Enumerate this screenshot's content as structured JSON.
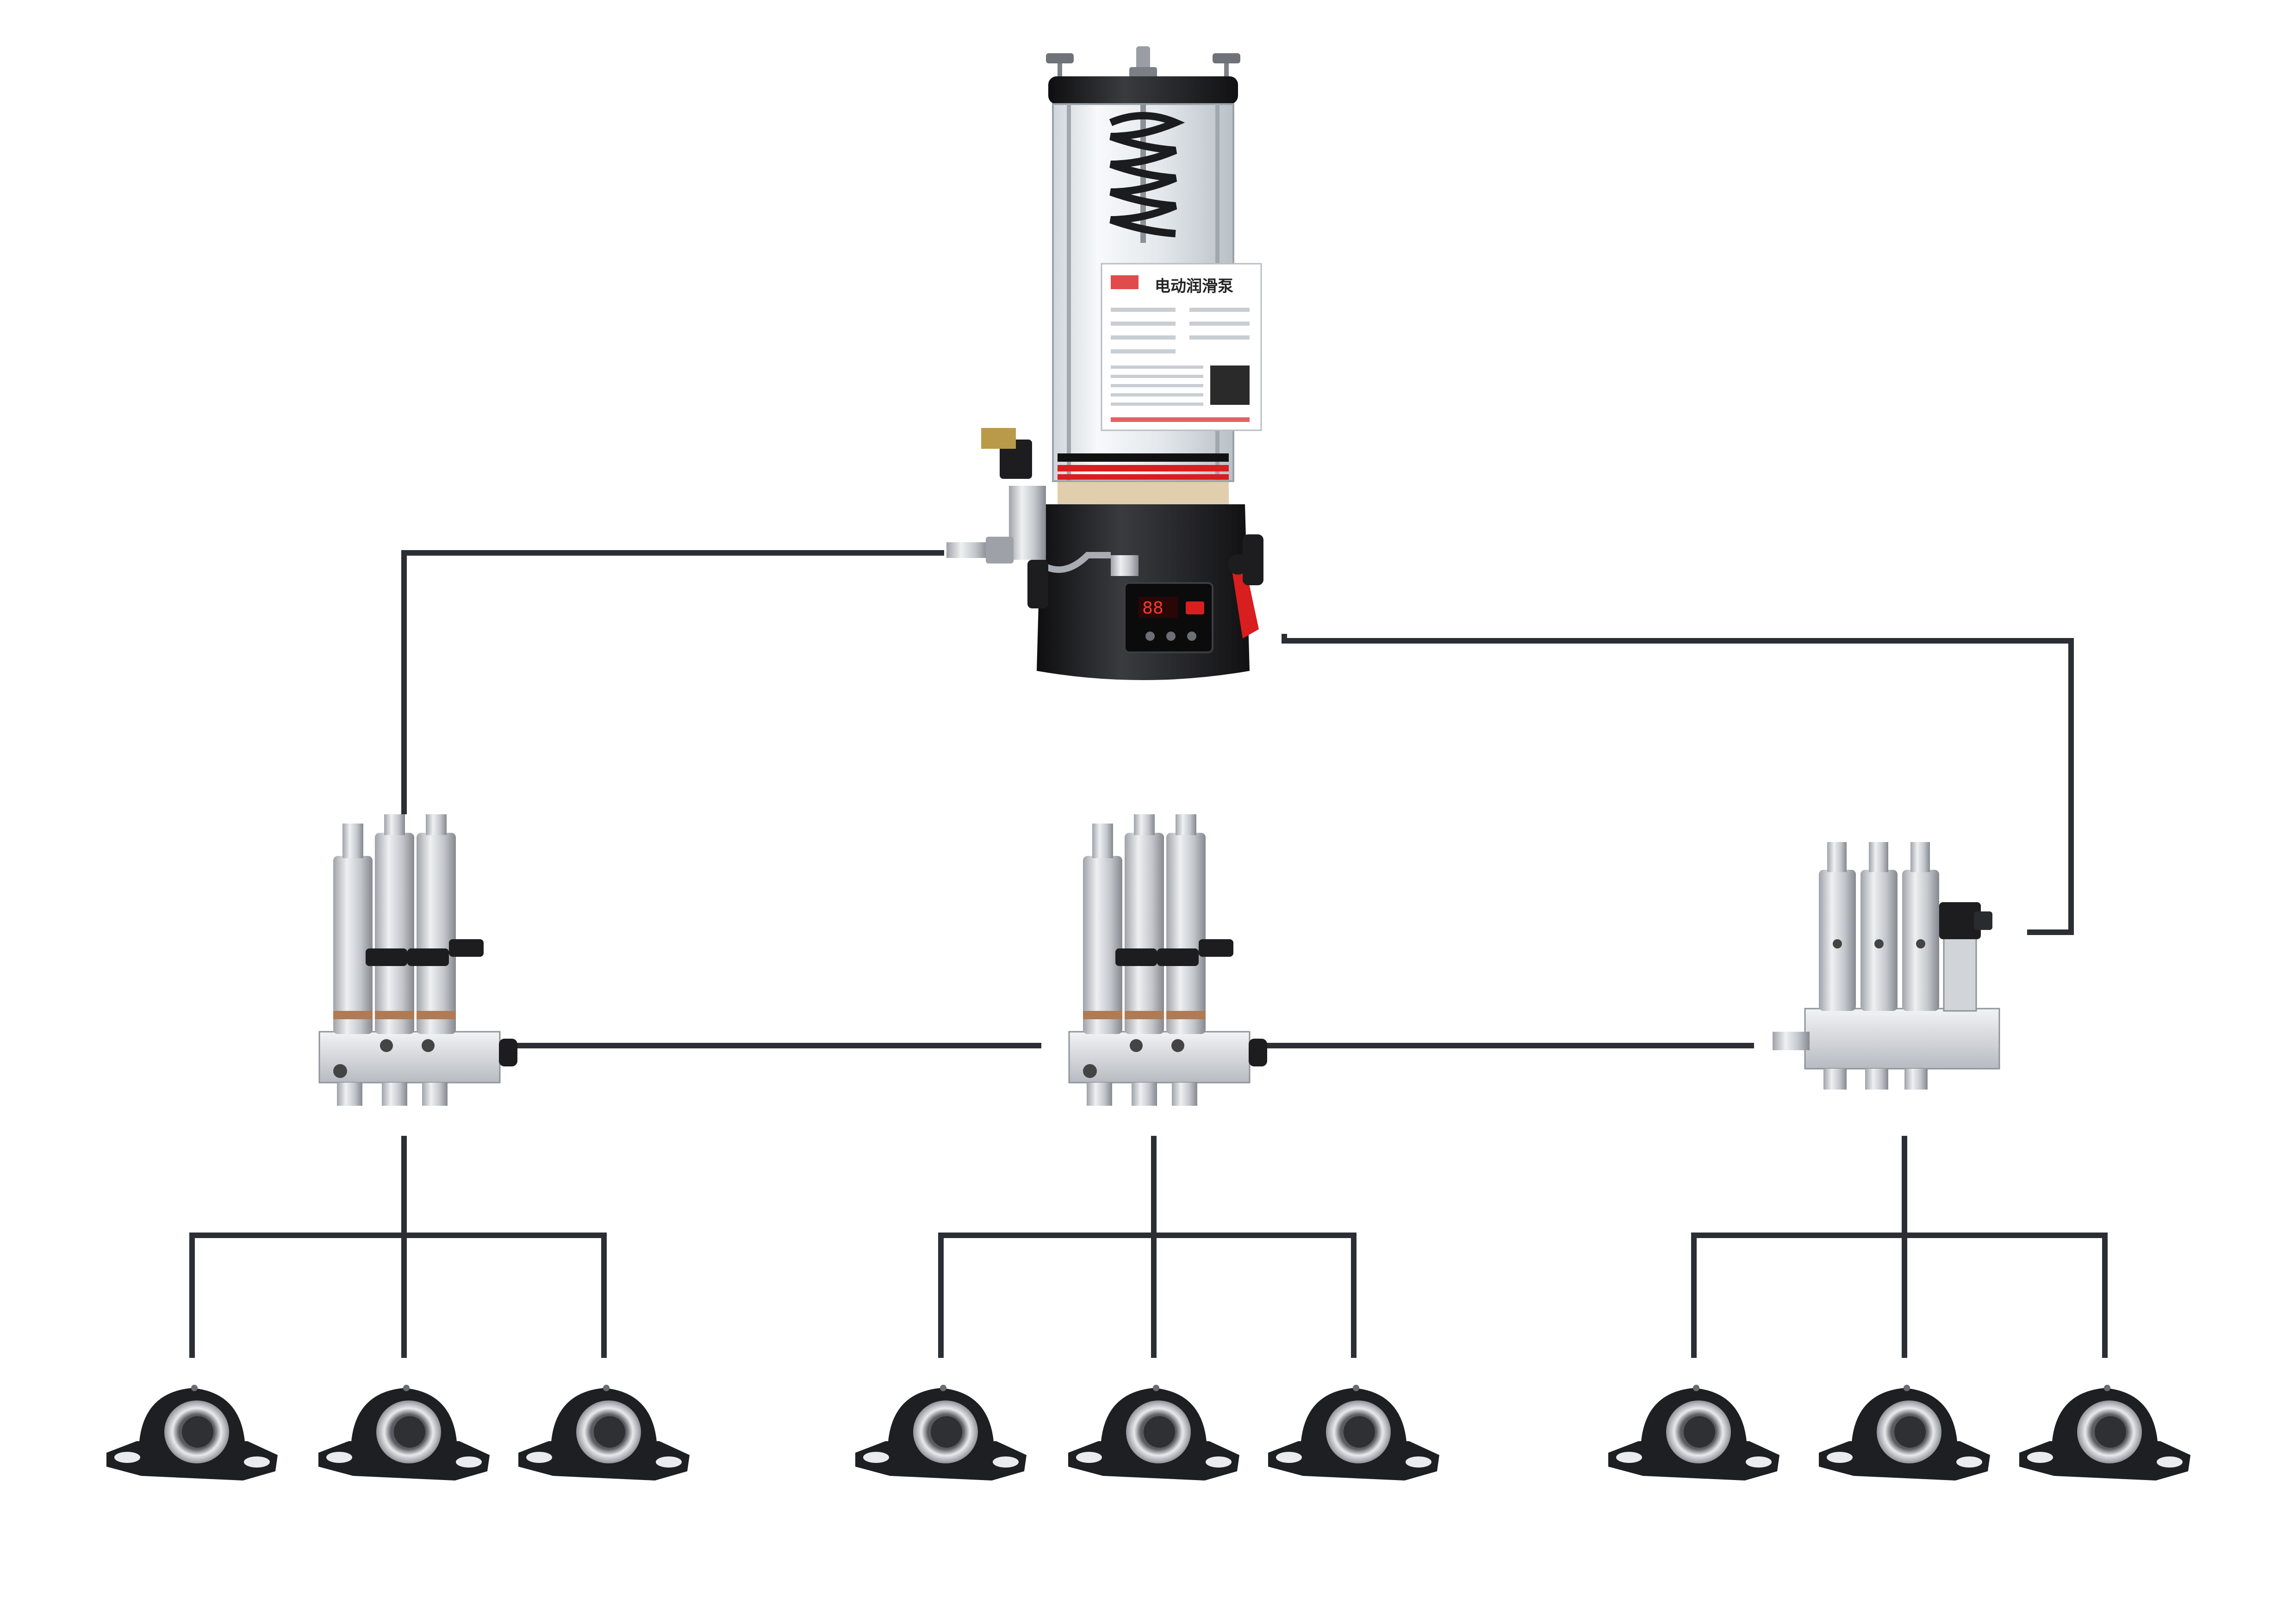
{
  "colors": {
    "background": "#ffffff",
    "wire": "#2b2e33",
    "pump_body": "#1d1d1f",
    "pump_accent": "#d81e1e",
    "reservoir": "#e6eaee",
    "steel": "#c9ccd1",
    "steel_dark": "#8d9197",
    "block": "#dcdfe3",
    "bearing": "#1e1f22",
    "bearing_inner": "#a9adb3"
  },
  "pump": {
    "label_title": "电动润滑泵",
    "display_reading": "88",
    "icon": "lubrication-pump-icon"
  },
  "distributors": [
    {
      "id": "left",
      "icon": "progressive-distributor-icon",
      "has_sensor": false
    },
    {
      "id": "middle",
      "icon": "progressive-distributor-icon",
      "has_sensor": false
    },
    {
      "id": "right",
      "icon": "progressive-distributor-icon",
      "has_sensor": true
    }
  ],
  "bearings": {
    "icon": "pillow-block-bearing-icon",
    "per_distributor": 3
  }
}
